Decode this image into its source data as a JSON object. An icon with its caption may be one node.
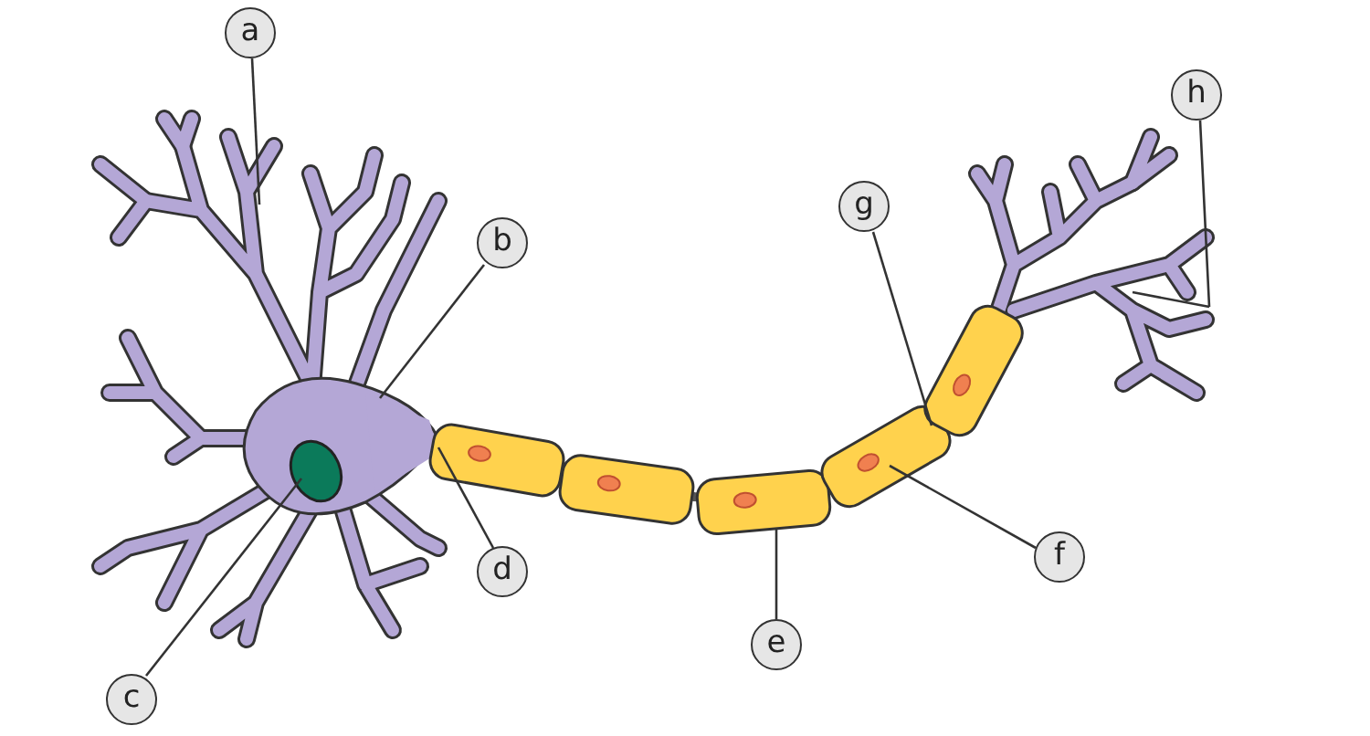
{
  "diagram": {
    "nodes": [
      {
        "text": [
          "a"
        ]
      },
      {
        "text": [
          "b"
        ]
      },
      {
        "text": [
          "c"
        ]
      },
      {
        "text": [
          "d"
        ]
      },
      {
        "text": [
          "e"
        ]
      },
      {
        "text": [
          "f"
        ]
      },
      {
        "text": [
          "g"
        ]
      },
      {
        "text": [
          "h"
        ]
      }
    ],
    "edges": [
      {
        "from": 0,
        "to": null,
        "arrow": "none"
      },
      {
        "from": 1,
        "to": null,
        "arrow": "none"
      },
      {
        "from": 2,
        "to": null,
        "arrow": "none"
      },
      {
        "from": 3,
        "to": null,
        "arrow": "none"
      },
      {
        "from": 4,
        "to": null,
        "arrow": "none"
      },
      {
        "from": 5,
        "to": null,
        "arrow": "none"
      },
      {
        "from": 6,
        "to": null,
        "arrow": "none"
      },
      {
        "from": 7,
        "to": null,
        "arrow": "none"
      }
    ]
  }
}
